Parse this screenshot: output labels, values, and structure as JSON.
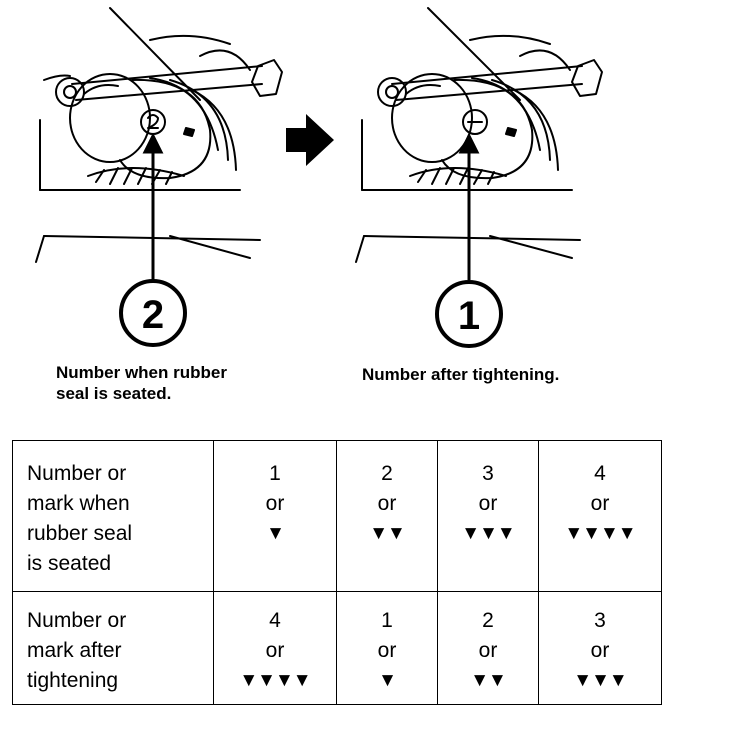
{
  "callouts": {
    "left": "2",
    "right": "1"
  },
  "captions": {
    "left": "Number when rubber\nseal is seated.",
    "right": "Number after tightening."
  },
  "table": {
    "rows": [
      {
        "header": "Number or\nmark when\nrubber seal\nis seated",
        "cells": [
          {
            "num": "1",
            "or": "or",
            "marks": "▼"
          },
          {
            "num": "2",
            "or": "or",
            "marks": "▼▼"
          },
          {
            "num": "3",
            "or": "or",
            "marks": "▼▼▼"
          },
          {
            "num": "4",
            "or": "or",
            "marks": "▼▼▼▼"
          }
        ]
      },
      {
        "header": "Number or\nmark after\ntightening",
        "cells": [
          {
            "num": "4",
            "or": "or",
            "marks": "▼▼▼▼"
          },
          {
            "num": "1",
            "or": "or",
            "marks": "▼"
          },
          {
            "num": "2",
            "or": "or",
            "marks": "▼▼"
          },
          {
            "num": "3",
            "or": "or",
            "marks": "▼▼▼"
          }
        ]
      }
    ]
  }
}
